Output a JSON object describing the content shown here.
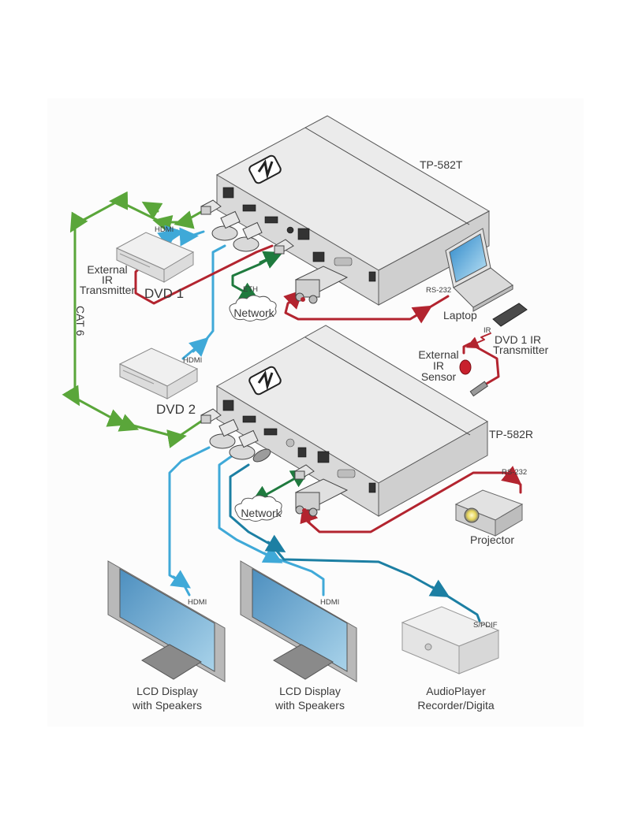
{
  "diagram": {
    "title": "TP-582T / TP-582R connection diagram",
    "colors": {
      "background": "#ffffff",
      "panel": "#fcfcfc",
      "cat6_cable": "#5aa63a",
      "ethernet_cable": "#1f7a3e",
      "hdmi_cable": "#3fa9d8",
      "spdif_cable": "#1c7fa3",
      "rs232_ir_cable": "#b3242f",
      "label_text": "#3a3a3a"
    },
    "devices": {
      "transmitter": {
        "label": "TP-582T"
      },
      "receiver": {
        "label": "TP-582R"
      },
      "dvd1": {
        "label": "DVD 1"
      },
      "dvd2": {
        "label": "DVD 2"
      },
      "laptop": {
        "label": "Laptop"
      },
      "projector": {
        "label": "Projector"
      },
      "ir_transmitter_remote": {
        "label_line1": "DVD 1 IR",
        "label_line2": "Transmitter"
      },
      "external_ir_transmitter": {
        "label_line1": "External",
        "label_line2": "IR",
        "label_line3": "Transmitter"
      },
      "external_ir_sensor": {
        "label_line1": "External",
        "label_line2": "IR",
        "label_line3": "Sensor"
      },
      "network_top": {
        "label": "Network"
      },
      "network_bottom": {
        "label": "Network"
      },
      "lcd1": {
        "label_line1": "LCD Display",
        "label_line2": "with Speakers"
      },
      "lcd2": {
        "label_line1": "LCD Display",
        "label_line2": "with Speakers"
      },
      "audio_player": {
        "label_line1": "AudioPlayer",
        "label_line2": "Recorder/Digita"
      }
    },
    "cables": {
      "cat6": {
        "label": "CAT 6"
      },
      "hdmi_dvd1": {
        "label": "HDMI"
      },
      "hdmi_dvd2": {
        "label": "HDMI"
      },
      "eth_top": {
        "label": "ETH"
      },
      "rs232_laptop": {
        "label": "RS-232"
      },
      "ir_signal": {
        "label": "IR"
      },
      "rs232_projector": {
        "label": "RS-232"
      },
      "hdmi_lcd1": {
        "label": "HDMI"
      },
      "hdmi_lcd2": {
        "label": "HDMI"
      },
      "spdif": {
        "label": "S/PDIF"
      }
    }
  }
}
